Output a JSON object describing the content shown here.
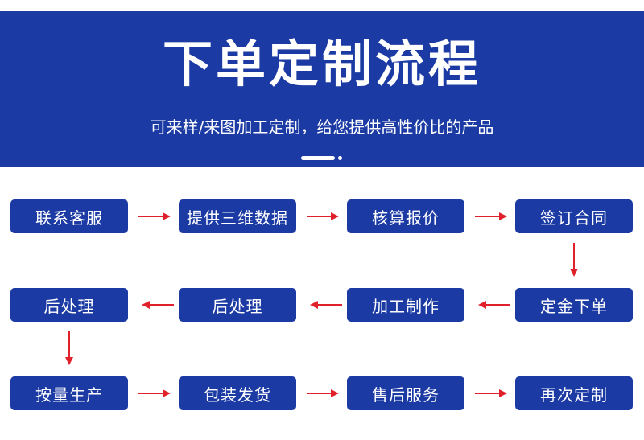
{
  "header": {
    "title": "下单定制流程",
    "subtitle": "可来样/来图加工定制，给您提供高性价比的产品"
  },
  "steps": {
    "s1": "联系客服",
    "s2": "提供三维数据",
    "s3": "核算报价",
    "s4": "签订合同",
    "s5": "定金下单",
    "s6": "加工制作",
    "s7": "后处理",
    "s8": "后处理",
    "s9": "按量生产",
    "s10": "包装发货",
    "s11": "售后服务",
    "s12": "再次定制"
  },
  "colors": {
    "brand_blue": "#1b3aa3",
    "arrow_red": "#e0202a"
  }
}
